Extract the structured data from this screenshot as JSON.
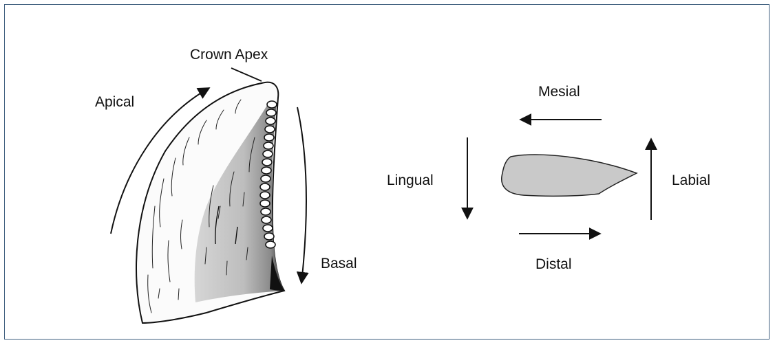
{
  "labels": {
    "crown_apex": "Crown Apex",
    "apical": "Apical",
    "basal": "Basal",
    "mesial": "Mesial",
    "distal": "Distal",
    "lingual": "Lingual",
    "labial": "Labial"
  },
  "colors": {
    "frame_border": "#3d5d7d",
    "crown_shade": "#c8c8c8",
    "cross_section_fill": "#c9c9c9",
    "ink": "#111111"
  }
}
